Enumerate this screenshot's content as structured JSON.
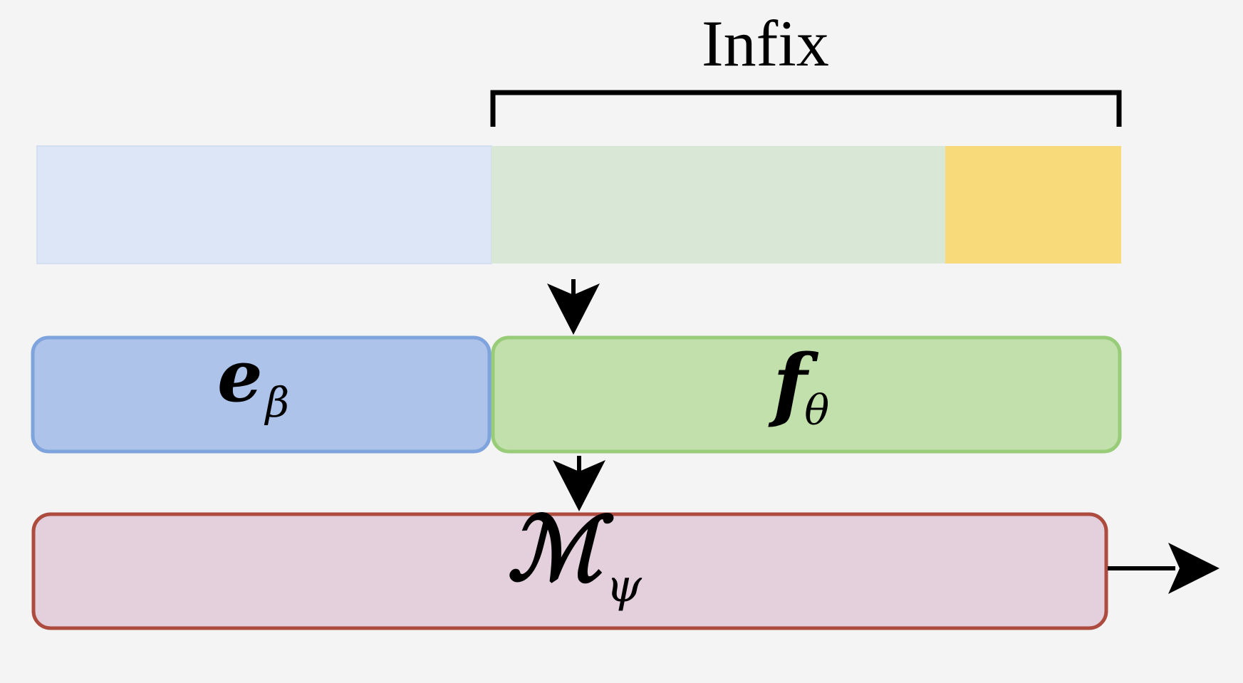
{
  "infix_label": "Infix",
  "blocks": {
    "encoder": {
      "symbol": "e",
      "subscript": "β"
    },
    "function": {
      "symbol": "f",
      "subscript": "θ"
    },
    "model": {
      "symbol": "ℳ",
      "subscript": "ψ"
    }
  },
  "colors": {
    "background": "#f4f4f4",
    "prefix_segment": "#dce6f7",
    "infix_segment": "#d9e7d6",
    "suffix_segment": "#f8da7b",
    "encoder_fill": "#aec3ea",
    "encoder_border": "#7fa3dc",
    "function_fill": "#c2e0ab",
    "function_border": "#98cc78",
    "model_fill": "#e3d0dc",
    "model_border": "#ac4b3e",
    "arrow": "#000000"
  }
}
